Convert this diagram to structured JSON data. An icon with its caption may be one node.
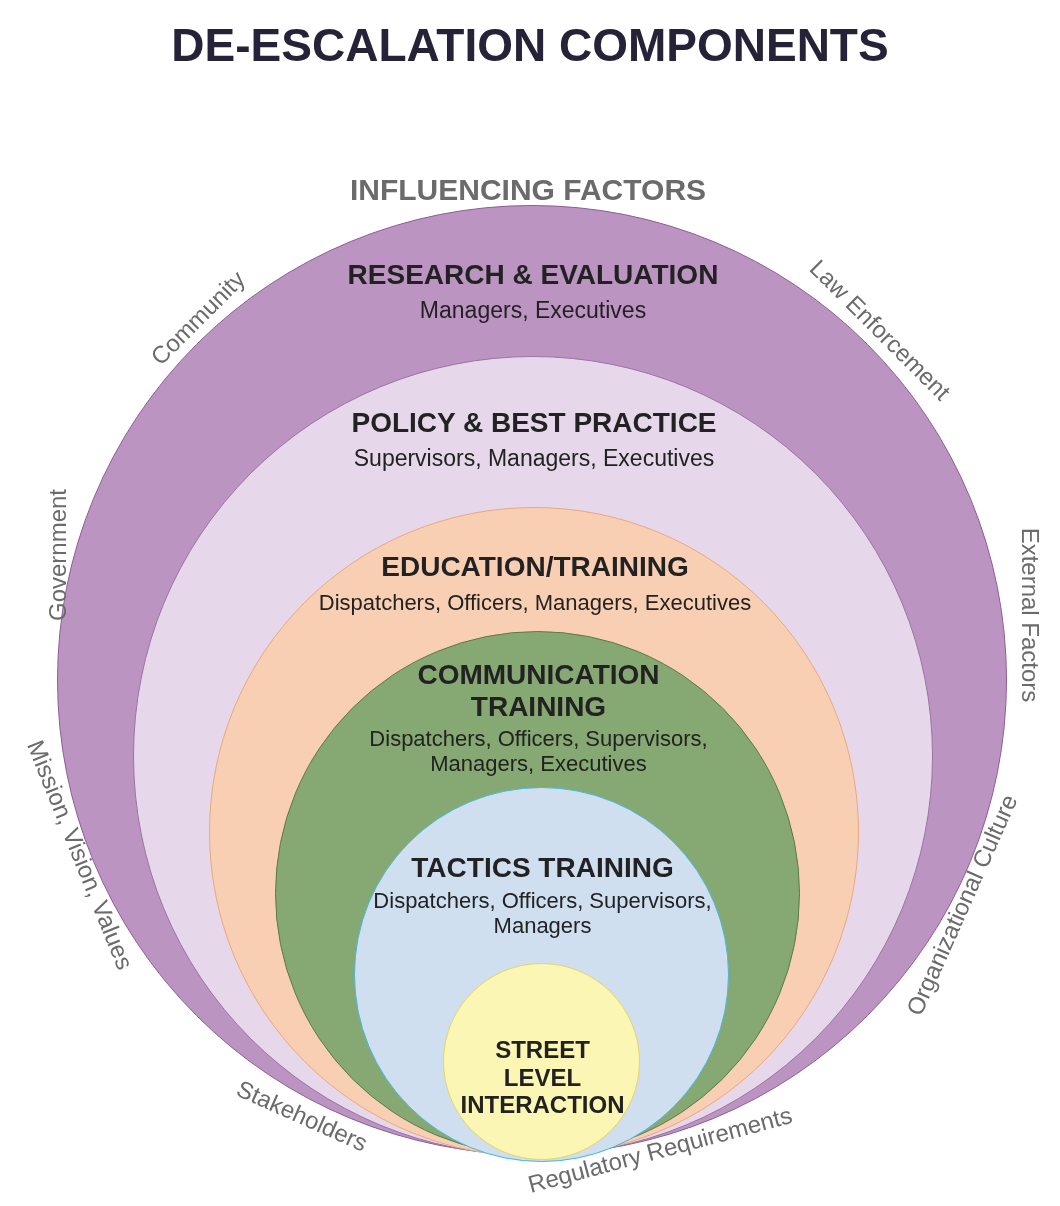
{
  "diagram": {
    "title": "DE-ESCALATION COMPONENTS",
    "nodes": [
      {
        "text": [
          "RESEARCH & EVALUATION",
          "Managers, Executives"
        ]
      },
      {
        "text": [
          "POLICY & BEST PRACTICE",
          "Supervisors, Managers, Executives"
        ],
        "in": 0
      },
      {
        "text": [
          "EDUCATION/TRAINING",
          "Dispatchers, Officers, Managers, Executives"
        ],
        "in": 1
      },
      {
        "text": [
          "COMMUNICATION TRAINING",
          "Dispatchers, Officers, Supervisors, Managers, Executives"
        ],
        "in": 2
      },
      {
        "text": [
          "TACTICS TRAINING",
          "Dispatchers, Officers, Supervisors, Managers"
        ],
        "in": 3
      },
      {
        "text": [
          "STREET LEVEL INTERACTION"
        ],
        "in": 4
      }
    ],
    "labels": [
      "INFLUENCING FACTORS",
      "Community",
      "Law Enforcement",
      "Government",
      "External Factors",
      "Mission, Vision, Values",
      "Organizational Culture",
      "Stakeholders",
      "Regulatory Requirements"
    ]
  }
}
